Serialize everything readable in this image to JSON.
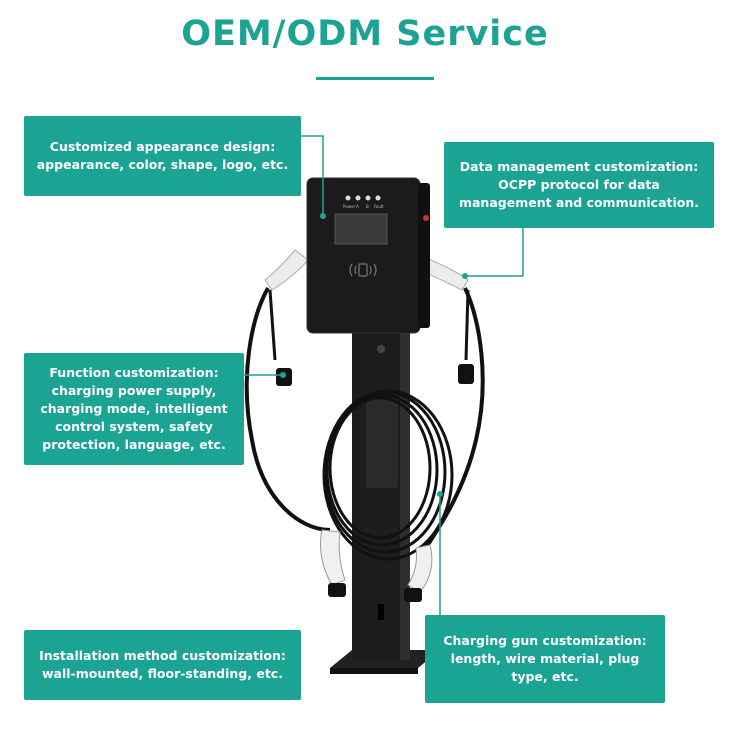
{
  "title": "OEM/ODM Service",
  "colors": {
    "accent": "#1ba393",
    "text_on_accent": "#ffffff",
    "device": "#1a1a1a"
  },
  "charger_screen": {
    "indicator_labels": [
      "Power",
      "A",
      "B",
      "Fault"
    ]
  },
  "callouts": {
    "appearance": {
      "lines": [
        "Customized appearance design:",
        "appearance, color, shape, logo, etc."
      ]
    },
    "data": {
      "lines": [
        "Data management customization:",
        "OCPP protocol for data",
        "management and communication."
      ]
    },
    "function": {
      "lines": [
        "Function customization:",
        "charging power supply,",
        "charging mode, intelligent",
        "control system, safety",
        "protection, language, etc."
      ]
    },
    "install": {
      "lines": [
        "Installation method customization:",
        "wall-mounted, floor-standing, etc."
      ]
    },
    "gun": {
      "lines": [
        "Charging gun customization:",
        "length, wire material, plug",
        "type, etc."
      ]
    }
  }
}
